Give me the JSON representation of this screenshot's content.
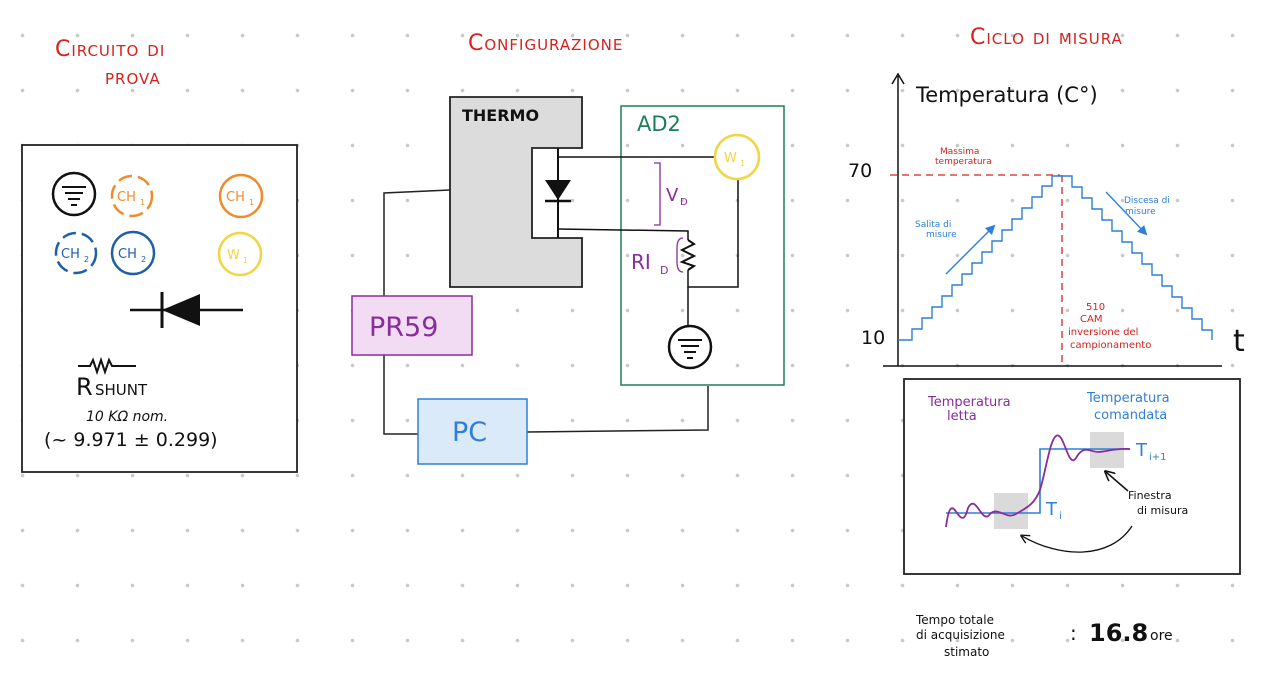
{
  "titles": {
    "circuito": [
      "Circuito di",
      "prova"
    ],
    "configurazione": "Configurazione",
    "ciclo": "Ciclo di misura"
  },
  "legend": {
    "ch1": "CH",
    "ch1_sub": "1",
    "ch2": "CH",
    "ch2_sub": "2",
    "w1": "W",
    "w1_sub": "1",
    "rshunt_main": "R",
    "rshunt_sub": "SHUNT",
    "rshunt_nom": "10 KΩ nom.",
    "rshunt_meas": "(~ 9.971 ± 0.299)"
  },
  "config": {
    "thermo": "THERMO",
    "ad2": "AD2",
    "w1": "W",
    "w1_sub": "1",
    "vd": "V",
    "vd_sub": "D",
    "rid": "RI",
    "rid_sub": "D",
    "pr59": "PR59",
    "pc": "PC"
  },
  "cycle": {
    "ylabel": "Temperatura (C°)",
    "xlabel": "t",
    "y_top": "70",
    "y_bottom": "10",
    "max_label": [
      "Massima",
      "temperatura"
    ],
    "salita": [
      "Salita di",
      "misure"
    ],
    "discesa": [
      "Discesa di",
      "misure"
    ],
    "inversione_a": "510",
    "inversione_b": "CAM",
    "inversione_c": "inversione del",
    "inversione_d": "campionamento"
  },
  "inset": {
    "letta": [
      "Temperatura",
      "letta"
    ],
    "comandata": [
      "Temperatura",
      "comandata"
    ],
    "ti": "T",
    "ti_sub": "i",
    "ti1": "T",
    "ti1_sub": "i+1",
    "finestra": [
      "Finestra",
      "di misura"
    ]
  },
  "footer": {
    "label": [
      "Tempo totale",
      "di acquisizione",
      "stimato"
    ],
    "colon": ":",
    "value": "16.8",
    "unit": "ore"
  },
  "colors": {
    "red": "#d8211c",
    "orange": "#f08a2c",
    "blue": "#2e7fd8",
    "darkblue": "#1f5fa8",
    "yellow": "#f2d444",
    "purple": "#8a2c9c",
    "green": "#1d7f57"
  }
}
